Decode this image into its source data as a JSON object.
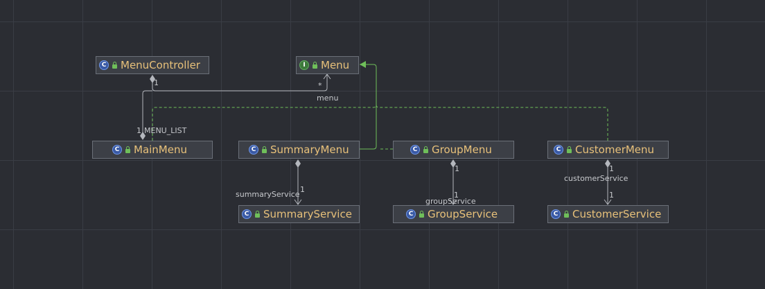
{
  "nodes": {
    "menu_controller": {
      "name": "MenuController",
      "kind": "class",
      "badge": "C"
    },
    "menu": {
      "name": "Menu",
      "kind": "interface",
      "badge": "I"
    },
    "main_menu": {
      "name": "MainMenu",
      "kind": "class",
      "badge": "C"
    },
    "summary_menu": {
      "name": "SummaryMenu",
      "kind": "class",
      "badge": "C"
    },
    "group_menu": {
      "name": "GroupMenu",
      "kind": "class",
      "badge": "C"
    },
    "customer_menu": {
      "name": "CustomerMenu",
      "kind": "class",
      "badge": "C"
    },
    "summary_service": {
      "name": "SummaryService",
      "kind": "class",
      "badge": "C"
    },
    "group_service": {
      "name": "GroupService",
      "kind": "class",
      "badge": "C"
    },
    "customer_service": {
      "name": "CustomerService",
      "kind": "class",
      "badge": "C"
    }
  },
  "edges": {
    "controller_menu": {
      "role": "menu",
      "source_mult": "1",
      "target_mult": "*"
    },
    "controller_mainmenu": {
      "role": "MENU_LIST",
      "target_mult": "1"
    },
    "summary_service": {
      "role": "summaryService",
      "target_mult": "1"
    },
    "group_service": {
      "role": "groupService",
      "source_mult": "1",
      "target_mult": "1"
    },
    "customer_service": {
      "role": "customerService",
      "source_mult": "1",
      "target_mult": "1"
    }
  },
  "colors": {
    "background": "#2b2d33",
    "grid": "#3a3d45",
    "node_fill": "#3c3f46",
    "node_border": "#6b7079",
    "class_name": "#e8c17a",
    "association_line": "#b4b7bd",
    "realization_line": "#6fbf5a",
    "class_badge": "#3a5aa5",
    "interface_badge": "#3e7a3c"
  }
}
